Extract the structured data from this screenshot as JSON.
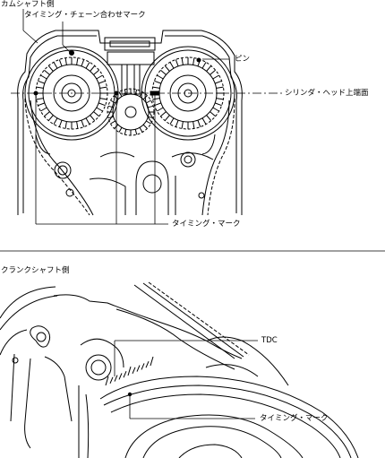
{
  "top_section": {
    "heading": "カムシャフト側",
    "labels": {
      "chain_mark": "タイミング・チェーン合わせマーク",
      "pin": "ピン",
      "deck": "シリンダ・ヘッド上端面",
      "timing_mark": "タイミング・マーク"
    }
  },
  "bottom_section": {
    "heading": "クランクシャフト側",
    "labels": {
      "tdc": "TDC",
      "timing_mark": "タイミング・マーク"
    }
  }
}
